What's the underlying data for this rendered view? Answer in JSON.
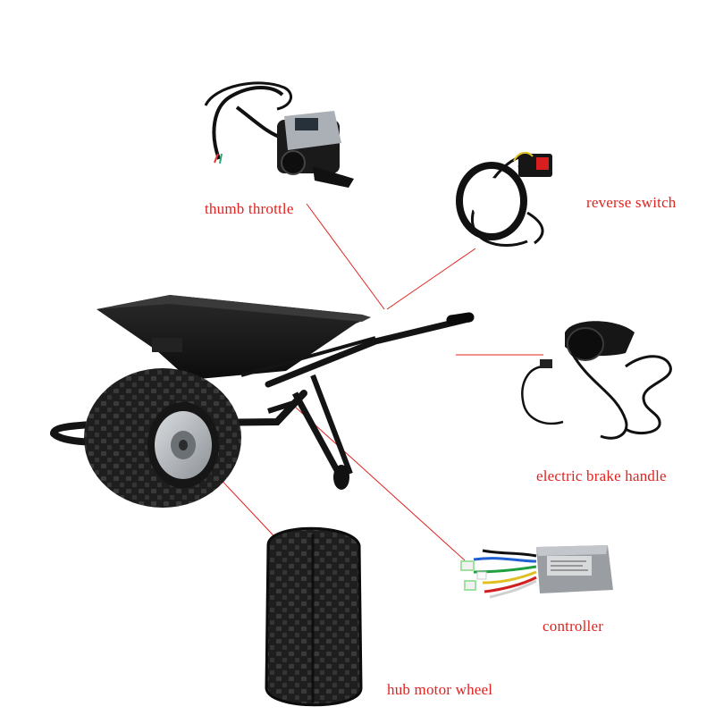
{
  "labels": {
    "thumb_throttle": "thumb throttle",
    "reverse_switch": "reverse switch",
    "electric_brake_handle": "electric brake handle",
    "controller": "controller",
    "hub_motor_wheel": "hub motor wheel"
  },
  "colors": {
    "label_text": "#e0231f",
    "leader_line": "#e0231f",
    "wheelbarrow_body": "#141414",
    "tire": "#1c1c1c",
    "hub": "#b9bcc0",
    "controller_box": "#9a9ea3",
    "throttle_display": "#aab0b6"
  },
  "icons": {
    "wheelbarrow": "wheelbarrow-icon",
    "throttle": "thumb-throttle-icon",
    "reverse": "reverse-switch-icon",
    "brake": "brake-handle-icon",
    "controller": "controller-box-icon",
    "tire": "tire-icon"
  }
}
